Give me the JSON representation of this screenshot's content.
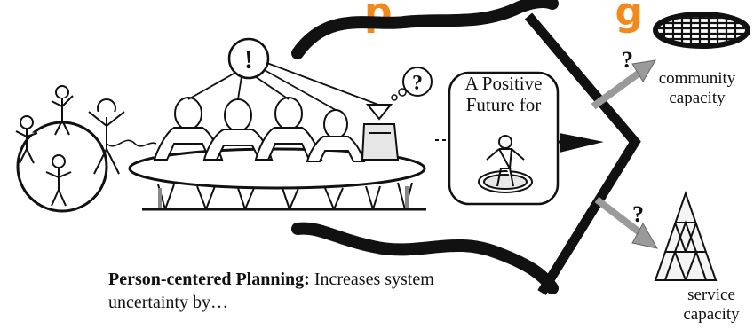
{
  "heading_fragment": "p",
  "heading_fragment_end": "g",
  "box_text": {
    "line1": "A Positive",
    "line2": "Future for"
  },
  "outcomes": {
    "community": {
      "line1": "community",
      "line2": "capacity"
    },
    "service": {
      "line1": "service",
      "line2": "capacity"
    }
  },
  "caption": {
    "bold": "Person-centered Planning:",
    "rest": " Increases system",
    "line2": "uncertainty by…"
  },
  "symbols": {
    "exclaim": "!",
    "question": "?"
  },
  "colors": {
    "ink": "#111111",
    "accent": "#f08a1c",
    "arrow_gray": "#9a9a9a"
  }
}
